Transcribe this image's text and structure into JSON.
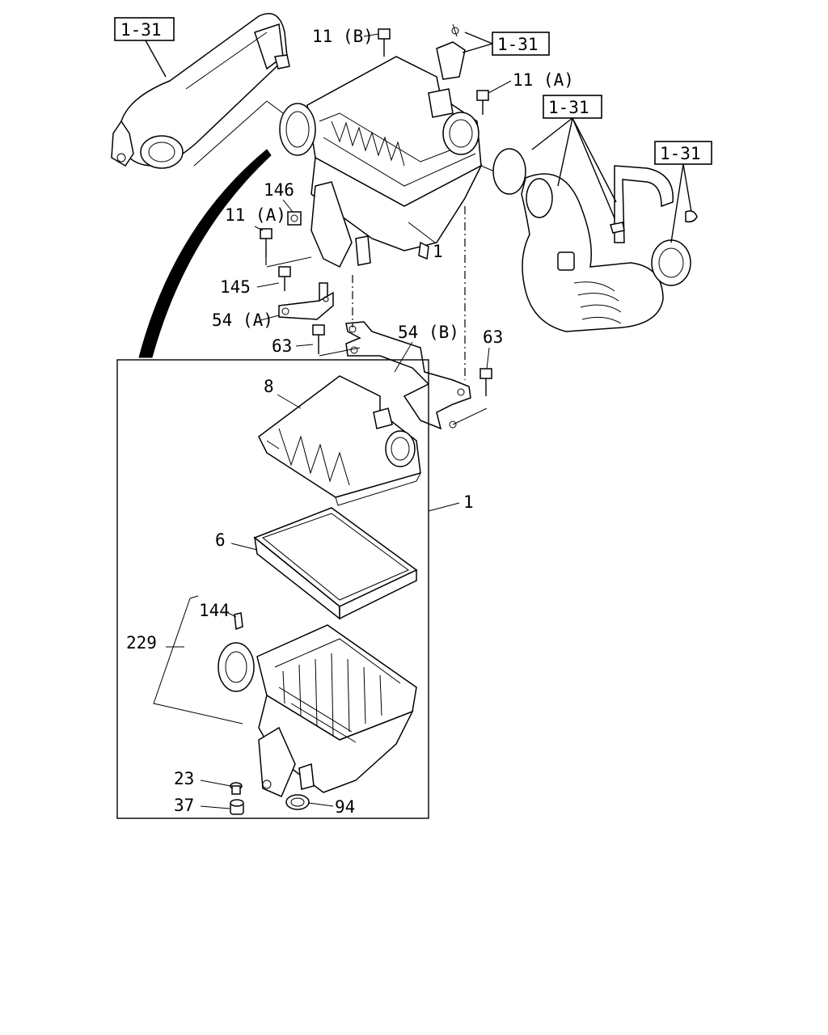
{
  "callouts": {
    "ref_top_left": "1-31",
    "ref_top_mid": "1-31",
    "ref_right_duct": "1-31",
    "ref_far_right": "1-31",
    "bolt_11b": "11 (B)",
    "bolt_11a_top": "11 (A)",
    "bolt_11a_left": "11 (A)",
    "nut_146": "146",
    "bolt_145": "145",
    "bracket_54a": "54 (A)",
    "bracket_54b": "54 (B)",
    "bolt_63_left": "63",
    "bolt_63_right": "63",
    "assy_1_upper": "1",
    "assy_1_lower": "1",
    "cover_8": "8",
    "element_6": "6",
    "clip_144": "144",
    "case_229": "229",
    "grommet_23": "23",
    "bushing_37": "37",
    "valve_94": "94"
  }
}
